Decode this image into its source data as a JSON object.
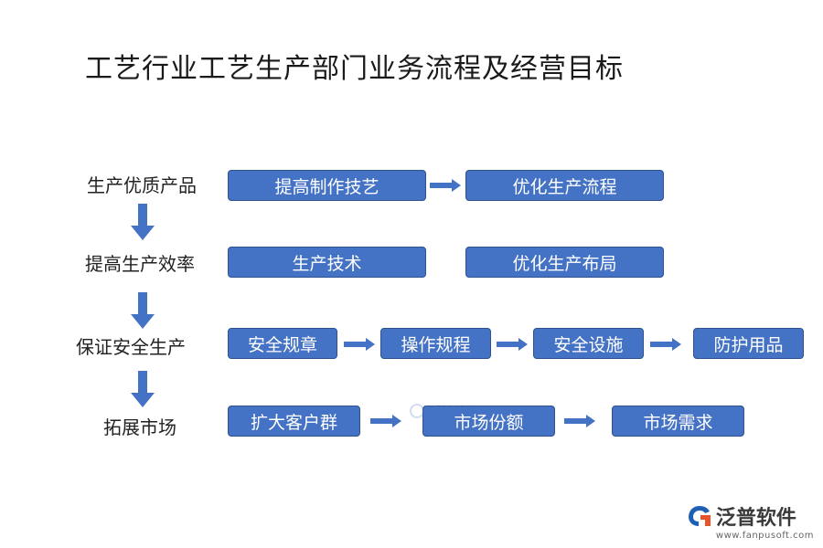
{
  "title": "工艺行业工艺生产部门业务流程及经营目标",
  "rows": [
    {
      "label": "生产优质产品",
      "steps": [
        "提高制作技艺",
        "优化生产流程"
      ]
    },
    {
      "label": "提高生产效率",
      "steps": [
        "生产技术",
        "优化生产布局"
      ]
    },
    {
      "label": "保证安全生产",
      "steps": [
        "安全规章",
        "操作规程",
        "安全设施",
        "防护用品"
      ]
    },
    {
      "label": "拓展市场",
      "steps": [
        "扩大客户群",
        "市场份额",
        "市场需求"
      ]
    }
  ],
  "watermark": "泛普软件",
  "logo": {
    "name": "泛普软件",
    "url": "www.fanpusoft.com"
  },
  "colors": {
    "box_fill": "#4472c4",
    "box_border": "#2f528f",
    "arrow": "#4472c4"
  }
}
